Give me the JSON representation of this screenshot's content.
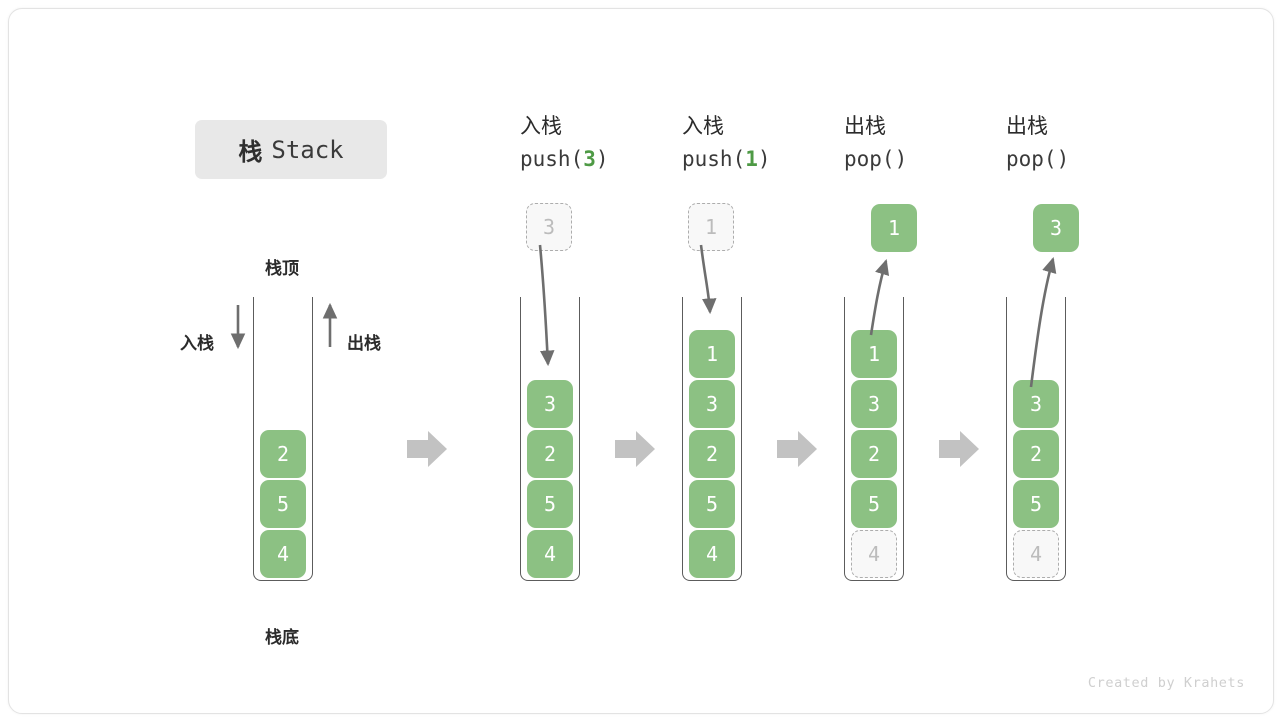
{
  "title": {
    "cn": "栈",
    "en": "Stack"
  },
  "labels": {
    "top": "栈顶",
    "bottom": "栈底",
    "push_arrow": "入栈",
    "pop_arrow": "出栈"
  },
  "credit": "Created by Krahets",
  "colors": {
    "cell_fill": "#8cc183",
    "cell_text": "#ffffff",
    "ghost_fill": "#f8f8f8",
    "ghost_border": "#adadad",
    "ghost_text": "#bcbcbc",
    "arrow": "#6e6e6e",
    "step_arrow": "#bdbdbd",
    "accent_green": "#4e9a45",
    "chip_bg": "#e8e8e8",
    "wall": "#5c5c5c"
  },
  "columns": [
    {
      "id": "initial",
      "header_line1": "",
      "header_line2": "",
      "header_arg": "",
      "stack": [
        "4",
        "5",
        "2"
      ],
      "ghost_index": -1,
      "outside_box": null
    },
    {
      "id": "push-3",
      "header_line1": "入栈",
      "header_line2_prefix": "push(",
      "header_arg": "3",
      "header_line2_suffix": ")",
      "stack": [
        "4",
        "5",
        "2",
        "3"
      ],
      "ghost_index": -1,
      "outside_box": {
        "value": "3",
        "style": "ghost"
      }
    },
    {
      "id": "push-1",
      "header_line1": "入栈",
      "header_line2_prefix": "push(",
      "header_arg": "1",
      "header_line2_suffix": ")",
      "stack": [
        "4",
        "5",
        "2",
        "3",
        "1"
      ],
      "ghost_index": -1,
      "outside_box": {
        "value": "1",
        "style": "ghost"
      }
    },
    {
      "id": "pop-1",
      "header_line1": "出栈",
      "header_line2_prefix": "pop(",
      "header_arg": "",
      "header_line2_suffix": ")",
      "stack": [
        "4",
        "5",
        "2",
        "3",
        "1"
      ],
      "ghost_index": 4,
      "outside_box": {
        "value": "1",
        "style": "filled"
      }
    },
    {
      "id": "pop-3",
      "header_line1": "出栈",
      "header_line2_prefix": "pop(",
      "header_arg": "",
      "header_line2_suffix": ")",
      "stack": [
        "4",
        "5",
        "2",
        "3"
      ],
      "ghost_index": 3,
      "outside_box": {
        "value": "3",
        "style": "filled"
      }
    }
  ],
  "cells": {
    "c0": [
      "2",
      "5",
      "4"
    ],
    "c1": [
      "3",
      "2",
      "5",
      "4"
    ],
    "c2": [
      "1",
      "3",
      "2",
      "5",
      "4"
    ],
    "c3": [
      "1",
      "3",
      "2",
      "5",
      "4"
    ],
    "c4": [
      "3",
      "2",
      "5",
      "4"
    ]
  },
  "float_boxes": {
    "b1": "3",
    "b2": "1",
    "b3": "1",
    "b4": "3"
  },
  "headers": {
    "h1_top": "入栈",
    "h1_fn_pre": "push(",
    "h1_fn_arg": "3",
    "h1_fn_post": ")",
    "h2_top": "入栈",
    "h2_fn_pre": "push(",
    "h2_fn_arg": "1",
    "h2_fn_post": ")",
    "h3_top": "出栈",
    "h3_fn": "pop()",
    "h4_top": "出栈",
    "h4_fn": "pop()"
  }
}
